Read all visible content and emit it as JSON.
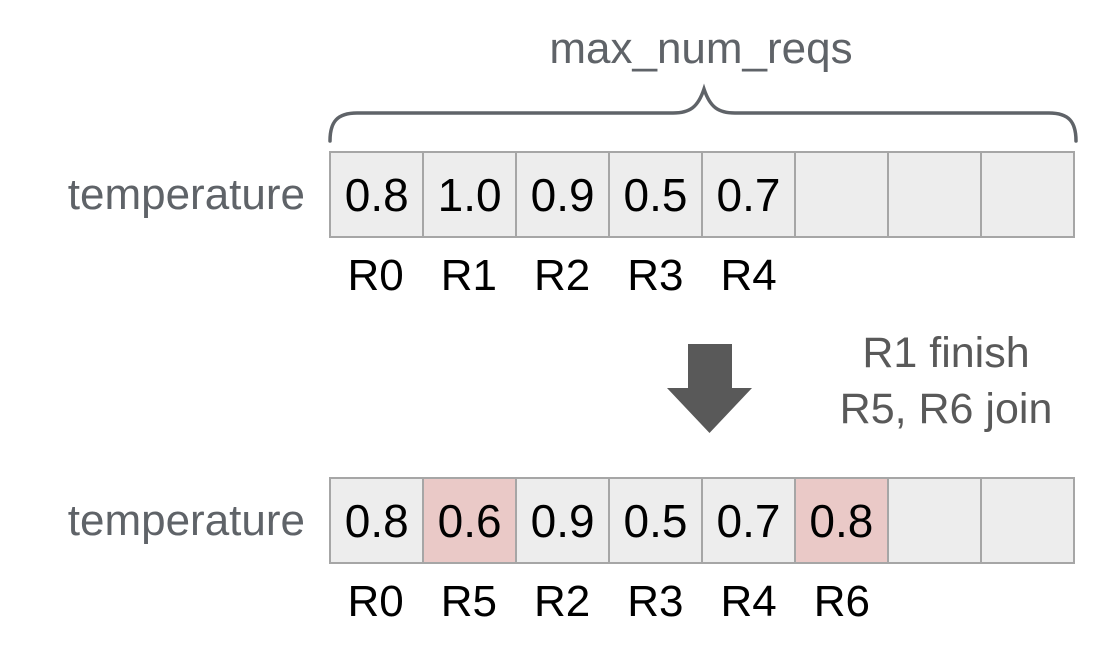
{
  "labels": {
    "brace": "max_num_reqs",
    "temperature_top": "temperature",
    "temperature_bottom": "temperature"
  },
  "transition": {
    "line1": "R1 finish",
    "line2": "R5, R6 join"
  },
  "top_array": {
    "values": [
      "0.8",
      "1.0",
      "0.9",
      "0.5",
      "0.7",
      "",
      "",
      ""
    ],
    "highlights": [],
    "request_labels": [
      "R0",
      "R1",
      "R2",
      "R3",
      "R4",
      "",
      "",
      ""
    ]
  },
  "bottom_array": {
    "values": [
      "0.8",
      "0.6",
      "0.9",
      "0.5",
      "0.7",
      "0.8",
      "",
      ""
    ],
    "highlights": [
      1,
      5
    ],
    "request_labels": [
      "R0",
      "R5",
      "R2",
      "R3",
      "R4",
      "R6",
      "",
      ""
    ]
  },
  "icons": {
    "arrow": "down-arrow-icon",
    "brace": "curly-brace-top"
  },
  "colors": {
    "label_gray": "#5f6368",
    "arrow_gray": "#595959",
    "cell_bg": "#ededed",
    "cell_highlight": "#eac9c7",
    "cell_border": "#a6a6a6",
    "value_black": "#000000"
  }
}
